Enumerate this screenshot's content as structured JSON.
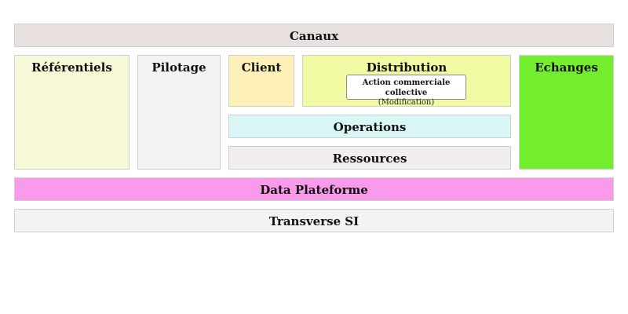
{
  "diagram": {
    "canaux": {
      "label": "Canaux",
      "color": "#e8dfdf"
    },
    "referentiels": {
      "label": "Référentiels",
      "color": "#f6f8d7"
    },
    "pilotage": {
      "label": "Pilotage",
      "color": "#f3f3f3"
    },
    "client": {
      "label": "Client",
      "color": "#fdf1b8"
    },
    "distribution": {
      "label": "Distribution",
      "color": "#f1f9a3",
      "sub_item": {
        "label": "Action commerciale collective",
        "note": "(Modification)"
      }
    },
    "echanges": {
      "label": "Echanges",
      "color": "#72ee2f"
    },
    "operations": {
      "label": "Operations",
      "color": "#daf7f7"
    },
    "ressources": {
      "label": "Ressources",
      "color": "#f3eeee"
    },
    "data_plateforme": {
      "label": "Data Plateforme",
      "color": "#f99aeb"
    },
    "transverse_si": {
      "label": "Transverse SI",
      "color": "#f3f3f3"
    }
  }
}
